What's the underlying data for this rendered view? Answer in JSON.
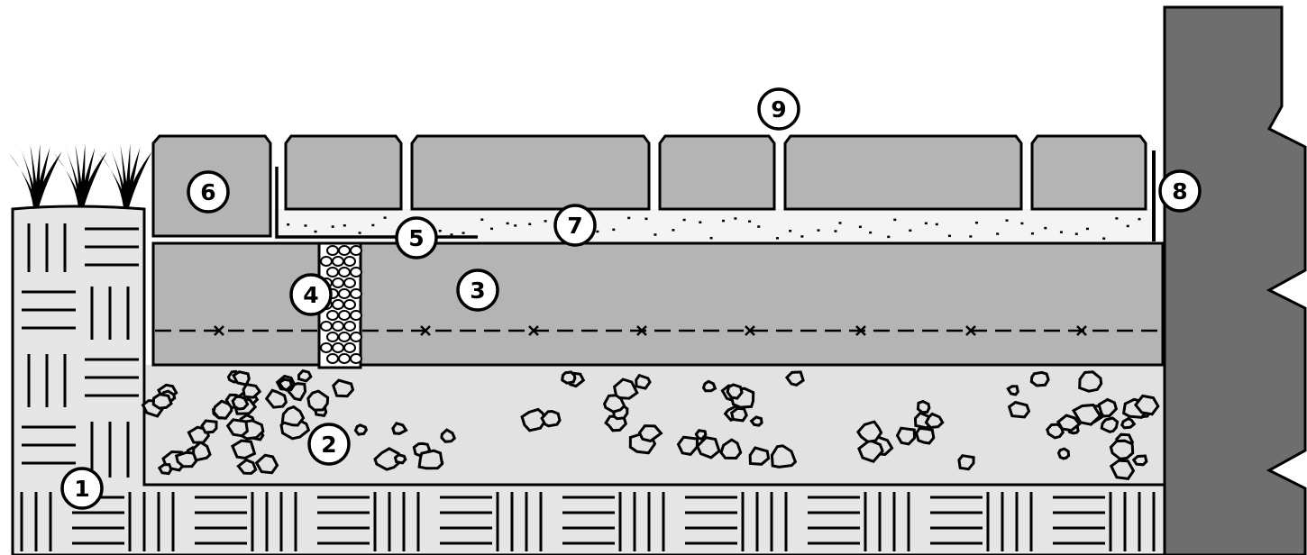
{
  "colors": {
    "background": "#ffffff",
    "outline": "#000000",
    "soil": "#e6e6e6",
    "stone_layer": "#e2e2e2",
    "base_layer": "#b4b4b4",
    "paving_block": "#b4b4b4",
    "edge_block": "#b4b4b4",
    "bedding_sand": "#f4f4f4",
    "wall": "#6e6e6e",
    "grass": "#000000"
  },
  "labels": [
    {
      "id": "1",
      "text": "1"
    },
    {
      "id": "2",
      "text": "2"
    },
    {
      "id": "3",
      "text": "3"
    },
    {
      "id": "4",
      "text": "4"
    },
    {
      "id": "5",
      "text": "5"
    },
    {
      "id": "6",
      "text": "6"
    },
    {
      "id": "7",
      "text": "7"
    },
    {
      "id": "8",
      "text": "8"
    },
    {
      "id": "9",
      "text": "9"
    }
  ]
}
